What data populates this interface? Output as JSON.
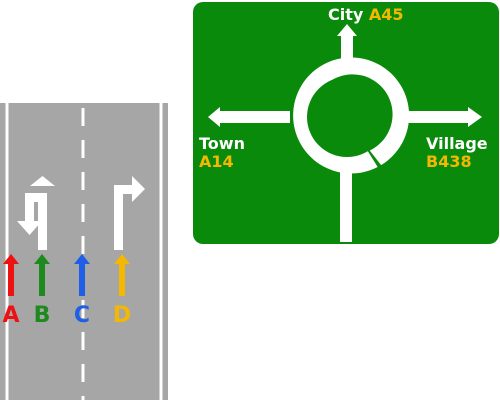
{
  "sign": {
    "background": "#0a8a0a",
    "exits": {
      "north": {
        "place": "City",
        "road": "A45"
      },
      "west": {
        "place": "Town",
        "road": "A14"
      },
      "east": {
        "place": "Village",
        "road": "B438"
      }
    },
    "road_color": "#f5b800",
    "place_color": "#ffffff"
  },
  "road": {
    "surface_color": "#a6a6a6",
    "marking_color": "#ffffff",
    "lane_arrows": [
      {
        "lane": "left",
        "icon": "arrow-ahead-or-left-icon"
      },
      {
        "lane": "right",
        "icon": "arrow-ahead-or-right-icon"
      }
    ]
  },
  "positions": [
    {
      "label": "A",
      "color": "#ee1111"
    },
    {
      "label": "B",
      "color": "#1e8a1e"
    },
    {
      "label": "C",
      "color": "#1f5fe8"
    },
    {
      "label": "D",
      "color": "#f5b800"
    }
  ]
}
